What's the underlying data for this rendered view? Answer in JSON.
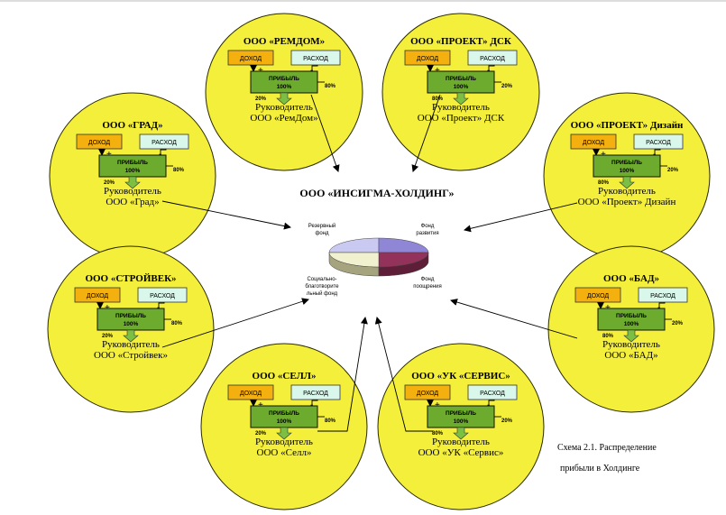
{
  "center_title": "ООО «ИНСИГМА-ХОЛДИНГ»",
  "pie": {
    "labels": {
      "reserve": [
        "Резервный",
        "фонд"
      ],
      "development": [
        "Фонд",
        "развития"
      ],
      "social": [
        "Социально-",
        "благотворите",
        "льный фонд"
      ],
      "incentive": [
        "Фонд",
        "поощрения"
      ]
    },
    "colors": {
      "reserve": "#c9c9f2",
      "development": "#8f86d6",
      "social": "#f2f1cf",
      "incentive": "#93325a"
    }
  },
  "caption": [
    "Схема 2.1. Распределение",
    "прибыли в Холдинге"
  ],
  "units": [
    {
      "id": "remdom",
      "title": "ООО «РЕМДОМ»",
      "income": "ДОХОД",
      "expense": "РАСХОД",
      "profit": [
        "ПРИБЫЛЬ",
        "100%"
      ],
      "share_left": "20%",
      "share_right": "80%",
      "head": [
        "Руководитель",
        "ООО «РемДом»"
      ]
    },
    {
      "id": "proekt-dsk",
      "title": "ООО «ПРОЕКТ» ДСК",
      "income": "ДОХОД",
      "expense": "РАСХОД",
      "profit": [
        "ПРИБЫЛЬ",
        "100%"
      ],
      "share_left": "80%",
      "share_right": "20%",
      "head": [
        "Руководитель",
        "ООО «Проект» ДСК"
      ]
    },
    {
      "id": "grad",
      "title": "ООО «ГРАД»",
      "income": "ДОХОД",
      "expense": "РАСХОД",
      "profit": [
        "ПРИБЫЛЬ",
        "100%"
      ],
      "share_left": "20%",
      "share_right": "80%",
      "head": [
        "Руководитель",
        "ООО «Град»"
      ]
    },
    {
      "id": "proekt-dizain",
      "title": "ООО «ПРОЕКТ» Дизайн",
      "income": "ДОХОД",
      "expense": "РАСХОД",
      "profit": [
        "ПРИБЫЛЬ",
        "100%"
      ],
      "share_left": "80%",
      "share_right": "20%",
      "head": [
        "Руководитель",
        "ООО «Проект» Дизайн"
      ]
    },
    {
      "id": "stroyvek",
      "title": "ООО «СТРОЙВЕК»",
      "income": "ДОХОД",
      "expense": "РАСХОД",
      "profit": [
        "ПРИБЫЛЬ",
        "100%"
      ],
      "share_left": "20%",
      "share_right": "80%",
      "head": [
        "Руководитель",
        "ООО «Стройвек»"
      ]
    },
    {
      "id": "bad",
      "title": "ООО «БАД»",
      "income": "ДОХОД",
      "expense": "РАСХОД",
      "profit": [
        "ПРИБЫЛЬ",
        "100%"
      ],
      "share_left": "80%",
      "share_right": "20%",
      "head": [
        "Руководитель",
        "ООО «БАД»"
      ]
    },
    {
      "id": "sell",
      "title": "ООО «СЕЛЛ»",
      "income": "ДОХОД",
      "expense": "РАСХОД",
      "profit": [
        "ПРИБЫЛЬ",
        "100%"
      ],
      "share_left": "20%",
      "share_right": "80%",
      "head": [
        "Руководитель",
        "ООО «Селл»"
      ]
    },
    {
      "id": "uk-servis",
      "title": "ООО «УК «СЕРВИС»",
      "income": "ДОХОД",
      "expense": "РАСХОД",
      "profit": [
        "ПРИБЫЛЬ",
        "100%"
      ],
      "share_left": "80%",
      "share_right": "20%",
      "head": [
        "Руководитель",
        "ООО «УК «Сервис»"
      ]
    }
  ],
  "signs": {
    "plus": "+",
    "minus": "-"
  }
}
